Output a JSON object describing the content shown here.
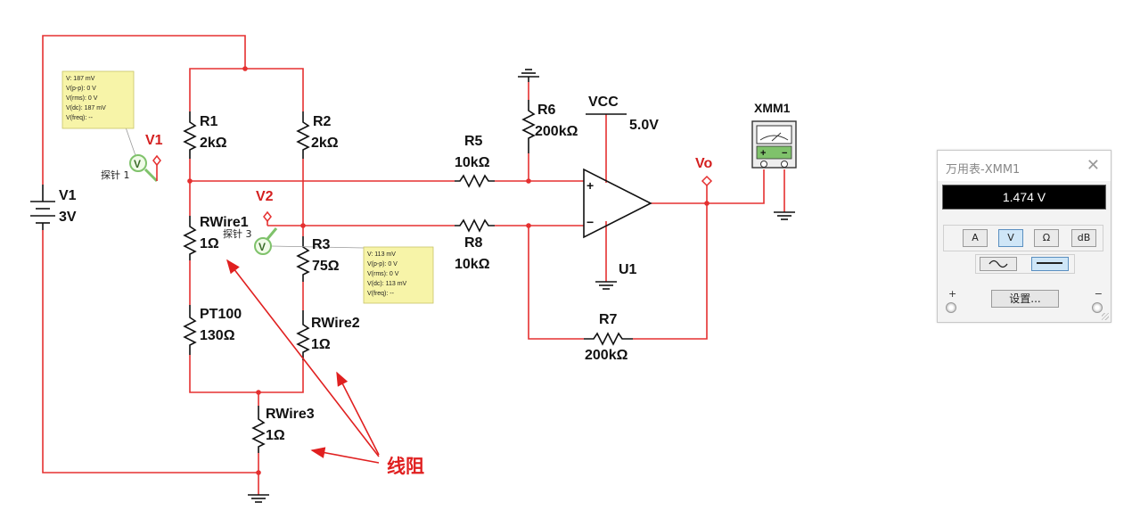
{
  "schematic": {
    "components": {
      "v1": {
        "name": "V1",
        "value": "3V"
      },
      "r1": {
        "name": "R1",
        "value": "2kΩ"
      },
      "r2": {
        "name": "R2",
        "value": "2kΩ"
      },
      "rwire1": {
        "name": "RWire1",
        "value": "1Ω"
      },
      "r3": {
        "name": "R3",
        "value": "75Ω"
      },
      "pt100": {
        "name": "PT100",
        "value": "130Ω"
      },
      "rwire2": {
        "name": "RWire2",
        "value": "1Ω"
      },
      "rwire3": {
        "name": "RWire3",
        "value": "1Ω"
      },
      "r5": {
        "name": "R5",
        "value": "10kΩ"
      },
      "r8": {
        "name": "R8",
        "value": "10kΩ"
      },
      "r6": {
        "name": "R6",
        "value": "200kΩ"
      },
      "r7": {
        "name": "R7",
        "value": "200kΩ"
      },
      "vcc": {
        "name": "VCC",
        "value": "5.0V"
      },
      "u1": {
        "name": "U1"
      },
      "xmm1": {
        "name": "XMM1"
      }
    },
    "probes": {
      "v1": {
        "label": "V1",
        "name": "探针 1",
        "readings": [
          "V: 187 mV",
          "V(p-p): 0 V",
          "V(rms): 0 V",
          "V(dc): 187 mV",
          "V(freq): --"
        ]
      },
      "v2": {
        "label": "V2",
        "name": "探针 3",
        "readings": [
          "V: 113 mV",
          "V(p-p): 0 V",
          "V(rms): 0 V",
          "V(dc): 113 mV",
          "V(freq): --"
        ]
      },
      "vo": {
        "label": "Vo"
      }
    },
    "opamp_signs": {
      "plus": "+",
      "minus": "−"
    },
    "meter_icon_signs": {
      "plus": "+",
      "minus": "−"
    },
    "annotation": "线阻"
  },
  "multimeter": {
    "title": "万用表-XMM1",
    "close_icon": "close-icon",
    "display": "1.474 V",
    "modes": [
      {
        "label": "A",
        "active": false
      },
      {
        "label": "V",
        "active": true
      },
      {
        "label": "Ω",
        "active": false
      },
      {
        "label": "dB",
        "active": false
      }
    ],
    "signal": {
      "ac": "ac-wave-icon",
      "dc": "dc-line-icon",
      "active": "dc"
    },
    "settings_label": "设置...",
    "terminal_plus": "+",
    "terminal_minus": "−"
  },
  "colors": {
    "wire": "#e53030",
    "component": "#111111",
    "probe_box": "#f7f4a8",
    "probe_icon": "#7fc26b",
    "annotation": "#e02020",
    "display_bg": "#000000",
    "active_button": "#cfe6f7"
  }
}
